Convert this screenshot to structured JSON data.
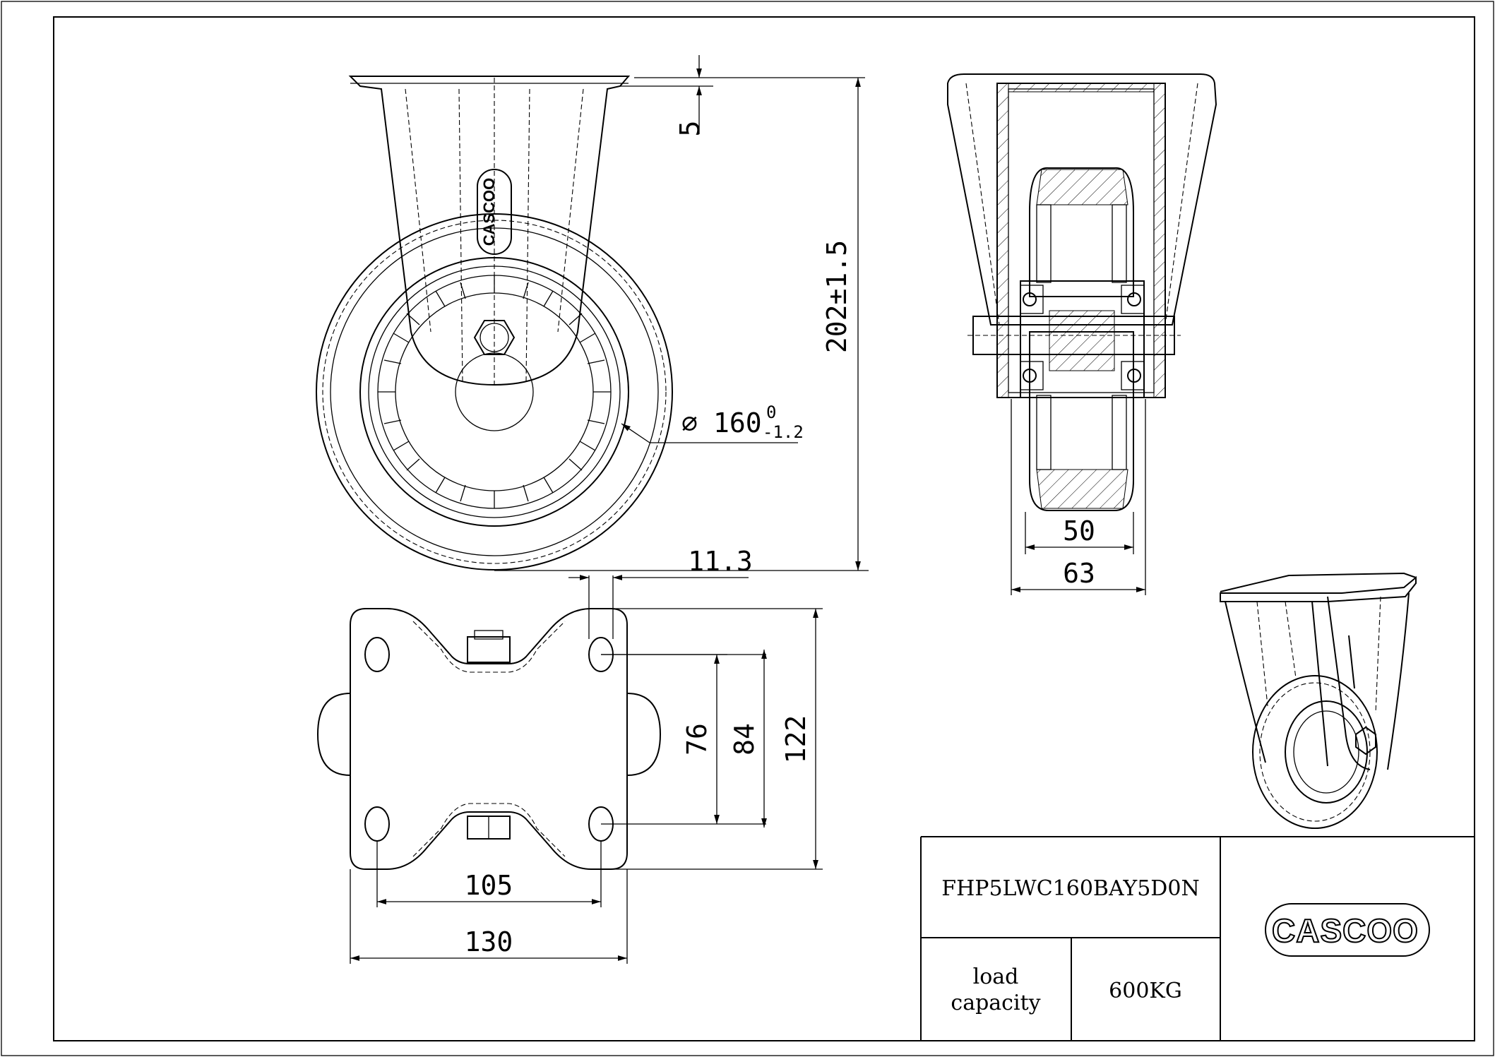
{
  "drawing": {
    "dimensions": {
      "plate_thickness": "5",
      "overall_height": "202±1.5",
      "wheel_diameter_symbol": "∅",
      "wheel_diameter": "160",
      "wheel_tol_upper": "0",
      "wheel_tol_lower": "-1.2",
      "tread_width": "50",
      "hub_width": "63",
      "slot_width": "11.3",
      "bolt_spacing_short": "76",
      "bolt_spacing_long": "84",
      "plate_length": "122",
      "bolt_spacing_width": "105",
      "plate_width": "130"
    },
    "logo_text": "CASCOO"
  },
  "title_block": {
    "part_number": "FHP5LWC160BAY5D0N",
    "load_label_line1": "load",
    "load_label_line2": "capacity",
    "load_value": "600KG",
    "logo_text": "CASCOO"
  }
}
